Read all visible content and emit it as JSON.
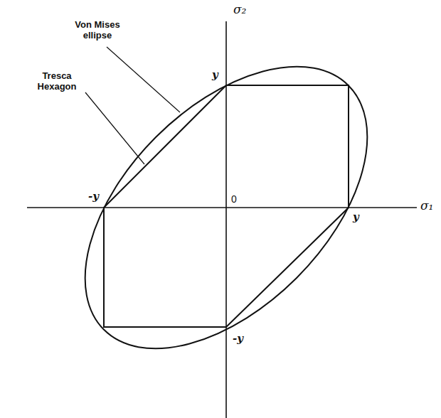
{
  "diagram": {
    "labels": [
      "σ₂",
      "Von Mises ellipse",
      "Tresca Hexagon",
      "y",
      "-y",
      "0",
      "y",
      "σ₁",
      "-y"
    ]
  }
}
